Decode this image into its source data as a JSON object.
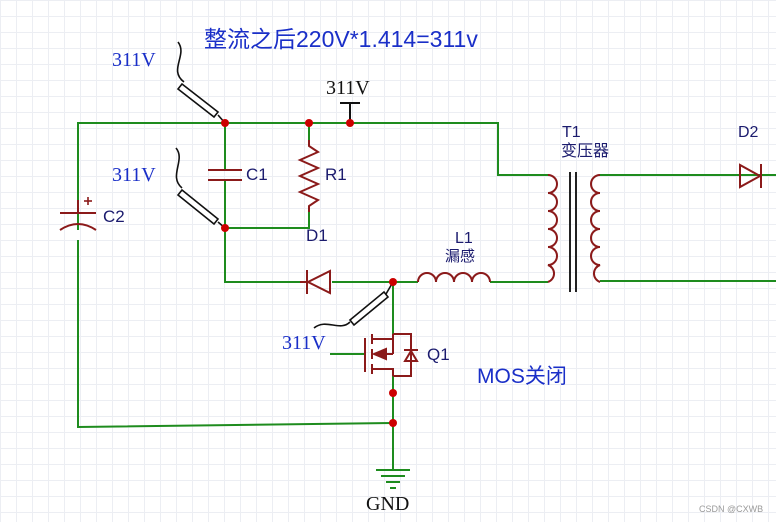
{
  "title": "整流之后220V*1.414=311v",
  "probe_labels": {
    "p1": "311V",
    "p2": "311V",
    "p3": "311V"
  },
  "rail_label": "311V",
  "gnd_label": "GND",
  "components": {
    "c1": "C1",
    "r1": "R1",
    "c2": "C2",
    "d1": "D1",
    "l1": "L1",
    "l1_sub": "漏感",
    "t1": "T1",
    "t1_sub": "变压器",
    "d2": "D2",
    "q1": "Q1"
  },
  "annotation": "MOS关闭",
  "watermark": "CSDN @CXWB",
  "colors": {
    "wire": "#1e8c1e",
    "component": "#8b1a1a",
    "node": "#cc0000",
    "label_blue": "#1a2fc8"
  }
}
